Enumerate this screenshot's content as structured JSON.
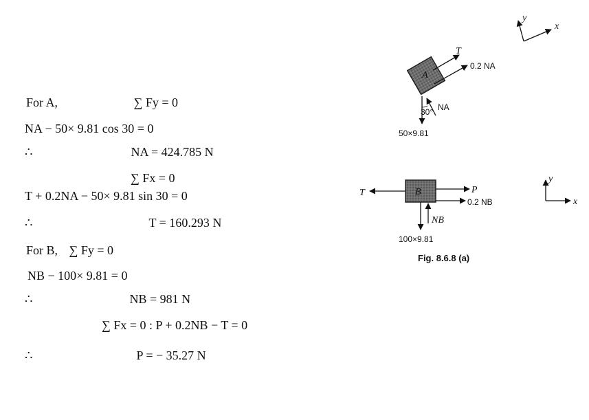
{
  "solution": {
    "l1_label": "For A,",
    "l1_eq": "∑ Fy = 0",
    "l2": "NA − 50× 9.81 cos 30 = 0",
    "l3_therefore": "∴",
    "l3": "NA = 424.785 N",
    "l4": "∑ Fx = 0",
    "l5": "T + 0.2NA − 50× 9.81 sin 30 = 0",
    "l6_therefore": "∴",
    "l6": "T = 160.293 N",
    "l7_label": "For B,",
    "l7_eq": "∑ Fy = 0",
    "l8": "NB − 100× 9.81 = 0",
    "l9_therefore": "∴",
    "l9": "NB = 981 N",
    "l10": "∑ Fx = 0 : P + 0.2NB − T = 0",
    "l11_therefore": "∴",
    "l11": "P = − 35.27 N"
  },
  "figure": {
    "block_a_label": "A",
    "block_a_forces": {
      "tension": "T",
      "friction": "0.2 NA",
      "normal": "NA",
      "weight": "50×9.81",
      "angle": "30°"
    },
    "block_b_label": "B",
    "block_b_forces": {
      "tension": "T",
      "push": "P",
      "friction": "0.2 NB",
      "normal": "NB",
      "weight": "100×9.81"
    },
    "axes_label_x": "x",
    "axes_label_y": "y",
    "caption": "Fig. 8.6.8 (a)"
  }
}
